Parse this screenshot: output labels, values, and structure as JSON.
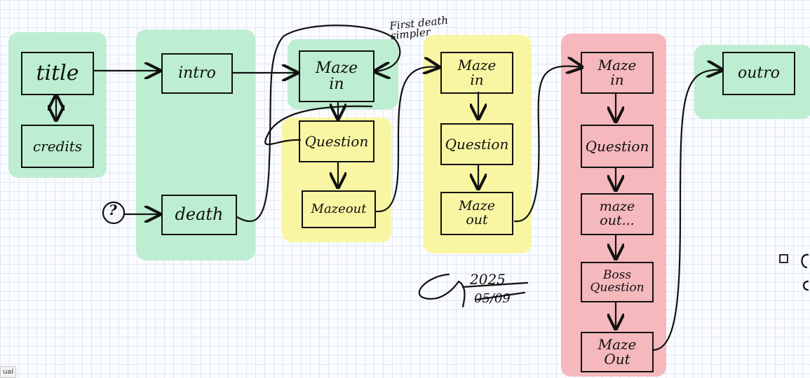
{
  "nodes": {
    "title": "title",
    "credits": "credits",
    "intro": "intro",
    "death": "death",
    "maze1_in": "Maze\nin",
    "question1": "Question",
    "maze1_out": "Mazeout",
    "maze2_in": "Maze\nin",
    "question2": "Question",
    "maze2_out": "Maze\nout",
    "maze3_in": "Maze\nin",
    "question3": "Question",
    "maze3_out": "maze\nout...",
    "boss_question": "Boss\nQuestion",
    "maze3_final_out": "Maze\nOut",
    "outro": "outro"
  },
  "start_marker": "?",
  "annotations": {
    "first_death": "First death\nsimpler",
    "signature_date_year": "2025",
    "signature_date_day": "05/09"
  },
  "side_tag": "ual",
  "colors": {
    "green": "#bdeed1",
    "yellow": "#f8f6a2",
    "red": "#f5b8bd",
    "ink": "#111111"
  }
}
